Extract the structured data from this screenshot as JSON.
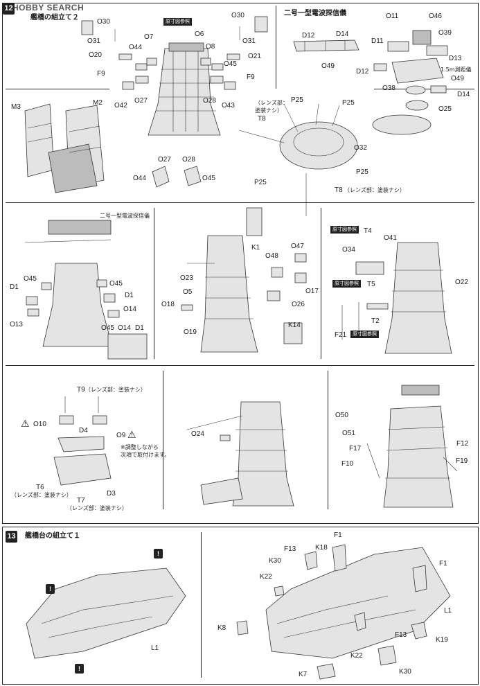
{
  "header": {
    "logo": "HOBBY SEARCH",
    "step12_title": "艦橋の組立て２",
    "radar_title": "二号一型電波探信儀",
    "step13_title": "艦橋台の組立て１"
  },
  "steps": {
    "step12_num": "12",
    "step13_num": "13"
  },
  "refs": {
    "gensun": "原寸図参照"
  },
  "notes": {
    "lens": "（レンズ部：塗装ナシ）",
    "lens_a": "（レンズ部：",
    "lens_b": "塗装ナシ）",
    "rangefinder": "1.5m測距儀",
    "adjust_1": "※調整しながら",
    "adjust_2": "次項で取付けます。",
    "radar_label": "二号一型電波探信儀"
  },
  "parts": {
    "o30": "O30",
    "o31": "O31",
    "o20": "O20",
    "o21": "O21",
    "o44": "O44",
    "o7": "O7",
    "o6": "O6",
    "o8": "O8",
    "o45": "O45",
    "f9": "F9",
    "o42": "O42",
    "o27": "O27",
    "o28": "O28",
    "o43": "O43",
    "m3": "M3",
    "m2": "M2",
    "o11": "O11",
    "o46": "O46",
    "o39": "O39",
    "d11": "D11",
    "d12": "D12",
    "d13": "D13",
    "d14": "D14",
    "o49": "O49",
    "o38": "O38",
    "o25": "O25",
    "p25": "P25",
    "t8": "T8",
    "o32": "O32",
    "d1": "D1",
    "o13": "O13",
    "o14": "O14",
    "k1": "K1",
    "o48": "O48",
    "o47": "O47",
    "o23": "O23",
    "o17": "O17",
    "o5": "O5",
    "o18": "O18",
    "o19": "O19",
    "o26": "O26",
    "k14": "K14",
    "t4": "T4",
    "o34": "O34",
    "o41": "O41",
    "t5": "T5",
    "o22": "O22",
    "t2": "T2",
    "f21": "F21",
    "t9": "T9",
    "o10": "O10",
    "d4": "D4",
    "o9": "O9",
    "t6": "T6",
    "t7": "T7",
    "d3": "D3",
    "o24": "O24",
    "o50": "O50",
    "o51": "O51",
    "f12": "F12",
    "f17": "F17",
    "f10": "F10",
    "f19": "F19",
    "l1": "L1",
    "f1": "F1",
    "f13": "F13",
    "k18": "K18",
    "k30": "K30",
    "k22": "K22",
    "k8": "K8",
    "k19": "K19",
    "k7": "K7"
  },
  "icons": {
    "warning": "warning-triangle-icon",
    "glue": "glue-marker-icon"
  },
  "colors": {
    "line": "#222222",
    "part_fill": "#e4e4e4",
    "shade": "#bcbcbc"
  }
}
